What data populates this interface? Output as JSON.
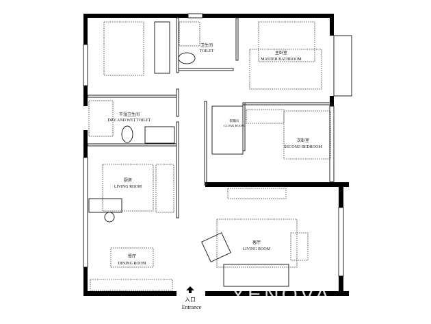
{
  "rooms": {
    "toilet": {
      "cn": "卫生间",
      "en": "TOILET"
    },
    "master": {
      "cn": "主卧室",
      "en": "MASTER BATHROOM"
    },
    "dry_wet": {
      "cn": "干湿卫生间",
      "en": "DRY AND WET TOILET"
    },
    "cloak": {
      "cn": "衣帽间",
      "en": "CLOAK ROOM"
    },
    "second": {
      "cn": "次卧室",
      "en": "SECOND BEDROOM"
    },
    "kitchen": {
      "cn": "厨房",
      "en": "LIVING ROOM"
    },
    "dining": {
      "cn": "餐厅",
      "en": "DINING ROOM"
    },
    "living": {
      "cn": "客厅",
      "en": "LIVING ROOM"
    }
  },
  "entrance": {
    "cn": "入口",
    "en": "Entrance"
  },
  "watermark": "YENOVA"
}
